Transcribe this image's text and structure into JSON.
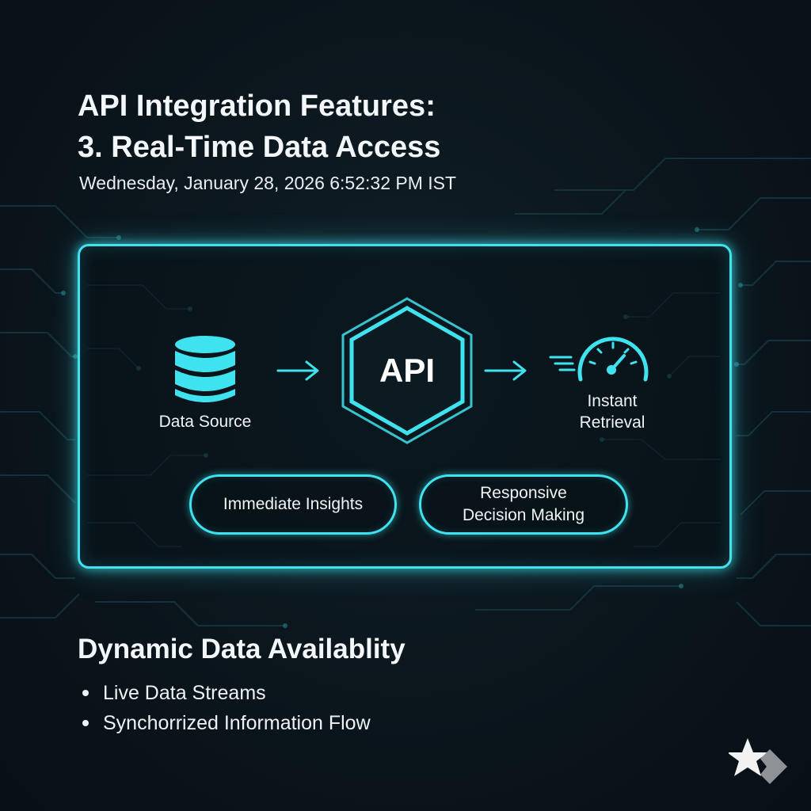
{
  "header": {
    "title_line1": "API Integration Features:",
    "title_line2": "3. Real-Time Data Access",
    "timestamp": "Wednesday, January 28, 2026 6:52:32 PM IST"
  },
  "diagram": {
    "nodes": [
      {
        "label": "Data Source",
        "icon": "database-icon"
      },
      {
        "label": "API",
        "icon": "hexagon-icon"
      },
      {
        "label": "Instant\nRetrieval",
        "icon": "speedometer-icon"
      }
    ],
    "flow": [
      {
        "from": "Data Source",
        "to": "API",
        "icon": "arrow-right-icon"
      },
      {
        "from": "API",
        "to": "Instant\nRetrieval",
        "icon": "arrow-right-icon"
      }
    ],
    "outcomes": [
      "Immediate Insights",
      "Responsive\nDecision Making"
    ]
  },
  "footer": {
    "section_title": "Dynamic Data Availablity",
    "bullets": [
      "Live Data Streams",
      "Synchorrized Information Flow"
    ]
  },
  "colors": {
    "accent": "#3fe3ef",
    "background": "#0b151c",
    "text": "#f4f7f9"
  },
  "icons": {
    "watermark": "sparkle-star-icon"
  }
}
